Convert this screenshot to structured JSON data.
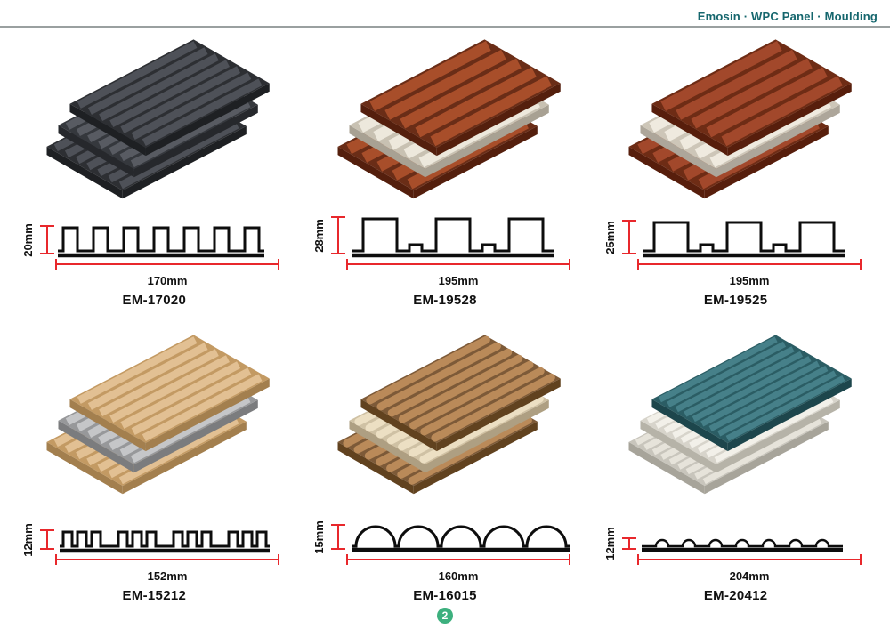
{
  "header": {
    "title": "Emosin · WPC Panel · Moulding"
  },
  "page_number": "2",
  "colors": {
    "dimension_red": "#e8282c",
    "header_teal": "#15666d",
    "badge_green": "#3db07e",
    "profile_black": "#0d0d0d"
  },
  "products": [
    {
      "code": "EM-17020",
      "profile_height": "20mm",
      "profile_width": "170mm",
      "panel": {
        "slats": 7,
        "round": false,
        "layers": [
          {
            "base": "#2d2f33",
            "slat": "#4e5158",
            "side": "#1e2023"
          },
          {
            "base": "#35383d",
            "slat": "#585b62",
            "side": "#26282c"
          },
          {
            "base": "#2d2f33",
            "slat": "#4e5158",
            "side": "#1e2023"
          }
        ]
      }
    },
    {
      "code": "EM-19528",
      "profile_height": "28mm",
      "profile_width": "195mm",
      "panel": {
        "slats": 5,
        "round": false,
        "layers": [
          {
            "base": "#6a2d17",
            "slat": "#a84e2a",
            "side": "#541f0d"
          },
          {
            "base": "#c8c1b2",
            "slat": "#ede8dc",
            "side": "#a8a193"
          },
          {
            "base": "#6a2d17",
            "slat": "#a84e2a",
            "side": "#541f0d"
          }
        ]
      }
    },
    {
      "code": "EM-19525",
      "profile_height": "25mm",
      "profile_width": "195mm",
      "panel": {
        "slats": 5,
        "round": false,
        "layers": [
          {
            "base": "#6e2c15",
            "slat": "#a2482b",
            "side": "#571e0c"
          },
          {
            "base": "#cdc6b8",
            "slat": "#efeadf",
            "side": "#ada69a"
          },
          {
            "base": "#6e2c15",
            "slat": "#a2482b",
            "side": "#571e0c"
          }
        ]
      }
    },
    {
      "code": "EM-15212",
      "profile_height": "12mm",
      "profile_width": "152mm",
      "panel": {
        "slats": 7,
        "round": false,
        "layers": [
          {
            "base": "#c39a63",
            "slat": "#e2c093",
            "side": "#a37f4e"
          },
          {
            "base": "#97989a",
            "slat": "#c5c6c8",
            "side": "#7b7c7e"
          },
          {
            "base": "#c39a63",
            "slat": "#e2c093",
            "side": "#a37f4e"
          }
        ]
      }
    },
    {
      "code": "EM-16015",
      "profile_height": "15mm",
      "profile_width": "160mm",
      "panel": {
        "slats": 7,
        "round": true,
        "layers": [
          {
            "base": "#7d5a38",
            "slat": "#ba8a59",
            "side": "#61421f"
          },
          {
            "base": "#cfc1a4",
            "slat": "#ecdfc3",
            "side": "#ae9f82"
          },
          {
            "base": "#7d5a38",
            "slat": "#ba8a59",
            "side": "#61421f"
          }
        ]
      }
    },
    {
      "code": "EM-20412",
      "profile_height": "12mm",
      "profile_width": "204mm",
      "panel": {
        "slats": 9,
        "round": false,
        "layers": [
          {
            "base": "#2b5d64",
            "slat": "#468089",
            "side": "#1d464c"
          },
          {
            "base": "#d7d4cb",
            "slat": "#f2f0e9",
            "side": "#b6b3a8"
          },
          {
            "base": "#c8c5bc",
            "slat": "#e6e3da",
            "side": "#a7a49a"
          }
        ]
      }
    }
  ]
}
